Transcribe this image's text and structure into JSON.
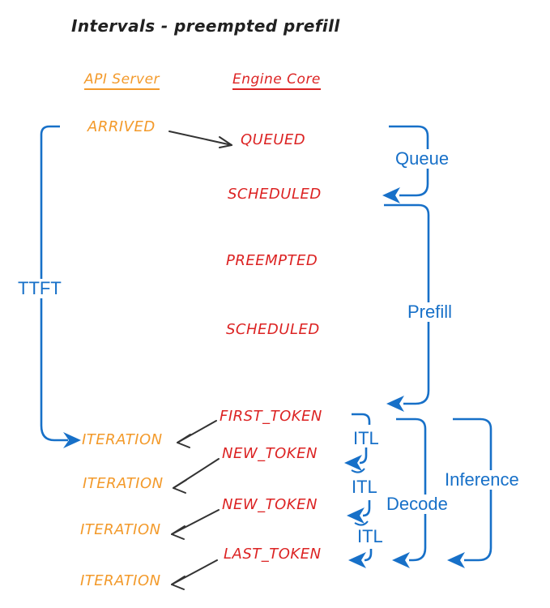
{
  "title": "Intervals - preempted prefill",
  "columns": {
    "api_server": "API Server",
    "engine_core": "Engine Core"
  },
  "api_events": {
    "arrived": "ARRIVED",
    "iteration1": "ITERATION",
    "iteration2": "ITERATION",
    "iteration3": "ITERATION",
    "iteration4": "ITERATION"
  },
  "engine_events": {
    "queued": "QUEUED",
    "scheduled1": "SCHEDULED",
    "preempted": "PREEMPTED",
    "scheduled2": "SCHEDULED",
    "first_token": "FIRST_TOKEN",
    "new_token1": "NEW_TOKEN",
    "new_token2": "NEW_TOKEN",
    "last_token": "LAST_TOKEN"
  },
  "intervals": {
    "ttft": "TTFT",
    "queue": "Queue",
    "prefill": "Prefill",
    "decode": "Decode",
    "inference": "Inference",
    "itl1": "ITL",
    "itl2": "ITL",
    "itl3": "ITL"
  },
  "colors": {
    "api_orange": "#f39a2b",
    "engine_red": "#dc2323",
    "interval_blue": "#1770c8",
    "ink_black": "#222222"
  }
}
